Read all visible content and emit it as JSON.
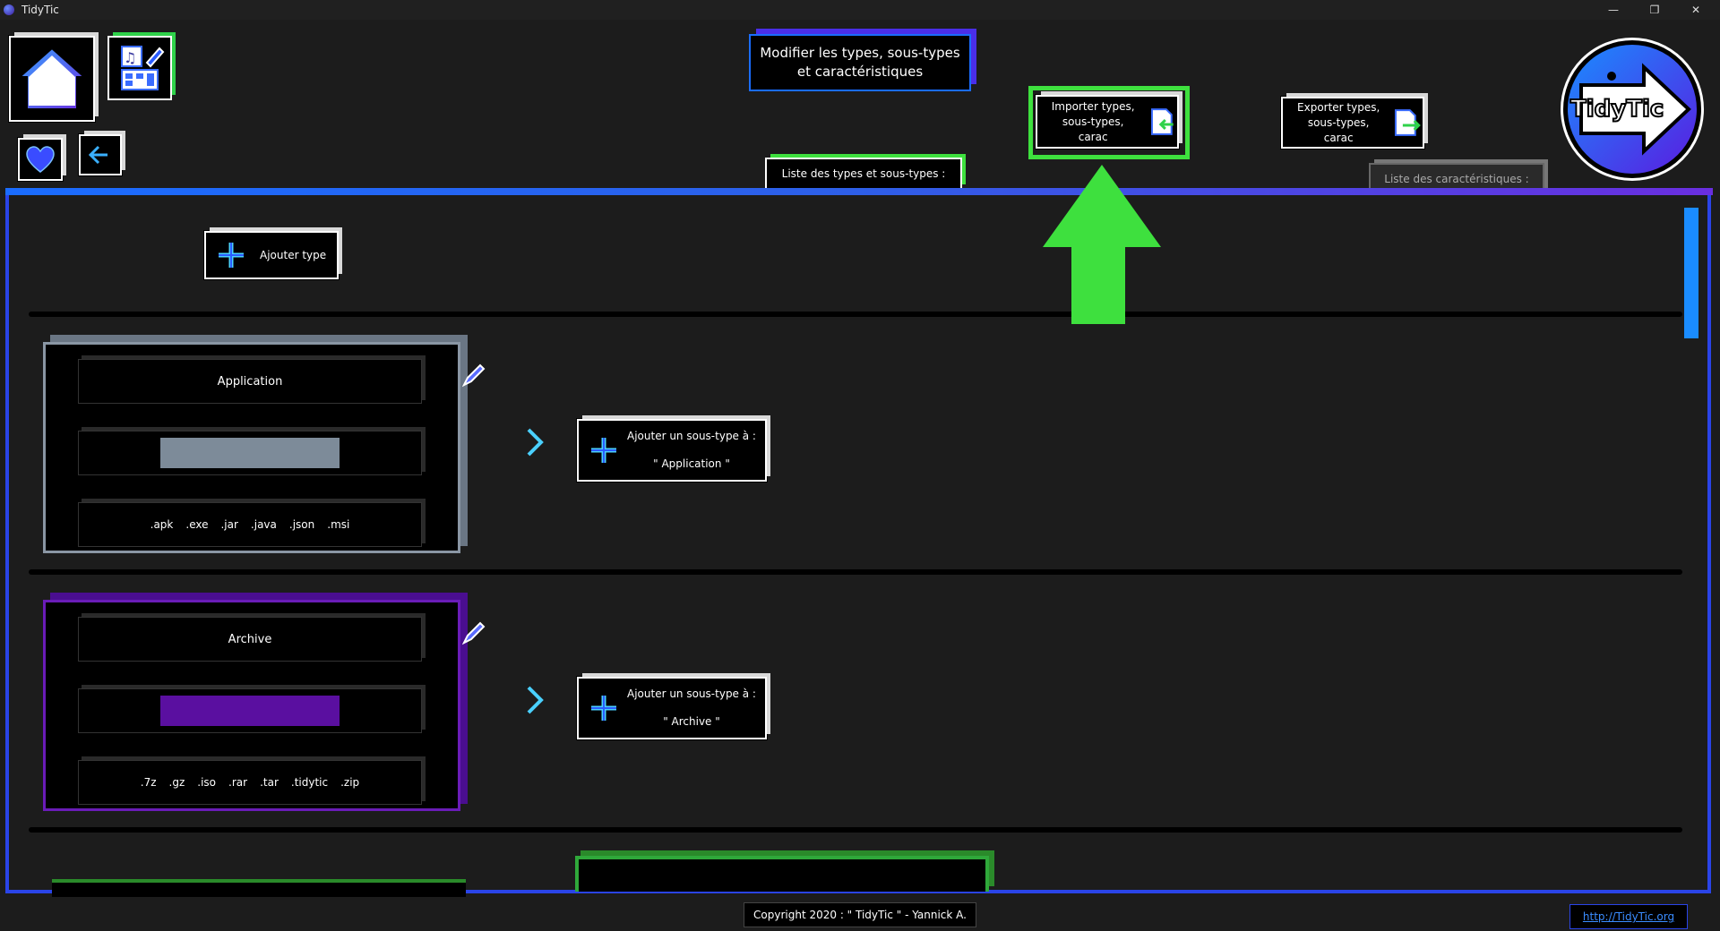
{
  "window": {
    "title": "TidyTic",
    "min": "—",
    "max": "❐",
    "close": "✕"
  },
  "header": {
    "title_line1": "Modifier les types, sous-types",
    "title_line2": "et caractéristiques",
    "import_line1": "Importer types,",
    "import_line2": "sous-types, carac",
    "export_line1": "Exporter types,",
    "export_line2": "sous-types, carac",
    "logo_text": "TidyTic"
  },
  "tabs": {
    "types": "Liste des types et sous-types :",
    "characteristics": "Liste des caractéristiques :"
  },
  "actions": {
    "add_type": "Ajouter type",
    "add_subtype_prefix": "Ajouter un sous-type à :"
  },
  "types": [
    {
      "name": "Application",
      "quoted": "\" Application \"",
      "color": "#7d8b99",
      "border": "#8a96a4",
      "extensions": [
        ".apk",
        ".exe",
        ".jar",
        ".java",
        ".json",
        ".msi"
      ]
    },
    {
      "name": "Archive",
      "quoted": "\" Archive \"",
      "color": "#5a0fa0",
      "border": "#6a1cb8",
      "extensions": [
        ".7z",
        ".gz",
        ".iso",
        ".rar",
        ".tar",
        ".tidytic",
        ".zip"
      ]
    }
  ],
  "footer": {
    "copyright": "Copyright 2020 : \" TidyTic \" - Yannick A.",
    "link": "http://TidyTic.org"
  },
  "colors": {
    "accent_blue": "#1a6cff",
    "accent_purple": "#6a2ee0",
    "highlight_green": "#3ee03e"
  }
}
